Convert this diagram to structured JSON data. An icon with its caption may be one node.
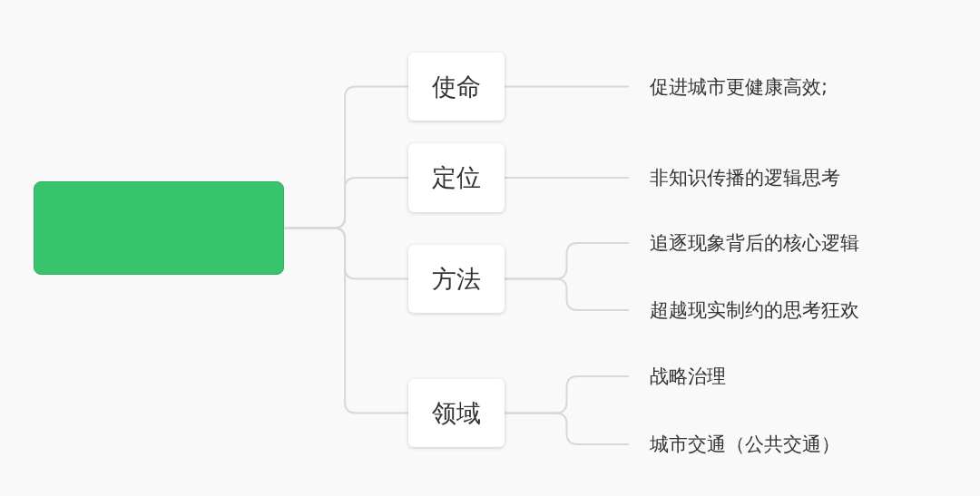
{
  "diagram": {
    "nodes": [
      {
        "text": [],
        "shape": "box"
      },
      {
        "text": [
          "使命"
        ]
      },
      {
        "text": [
          "定位"
        ]
      },
      {
        "text": [
          "方法"
        ]
      },
      {
        "text": [
          "领域"
        ]
      },
      {
        "text": [
          "促进城市更健康高效;"
        ]
      },
      {
        "text": [
          "非知识传播的逻辑思考"
        ]
      },
      {
        "text": [
          "追逐现象背后的核心逻辑"
        ]
      },
      {
        "text": [
          "超越现实制约的思考狂欢"
        ]
      },
      {
        "text": [
          "战略治理"
        ]
      },
      {
        "text": [
          "城市交通（公共交通）"
        ]
      }
    ],
    "edges": [
      {
        "from": 0,
        "to": 1,
        "arrow": "none"
      },
      {
        "from": 0,
        "to": 2,
        "arrow": "none"
      },
      {
        "from": 0,
        "to": 3,
        "arrow": "none"
      },
      {
        "from": 0,
        "to": 4,
        "arrow": "none"
      },
      {
        "from": 1,
        "to": 5,
        "arrow": "none"
      },
      {
        "from": 2,
        "to": 6,
        "arrow": "none"
      },
      {
        "from": 3,
        "to": 7,
        "arrow": "none"
      },
      {
        "from": 3,
        "to": 8,
        "arrow": "none"
      },
      {
        "from": 4,
        "to": 9,
        "arrow": "none"
      },
      {
        "from": 4,
        "to": 10,
        "arrow": "none"
      }
    ]
  }
}
